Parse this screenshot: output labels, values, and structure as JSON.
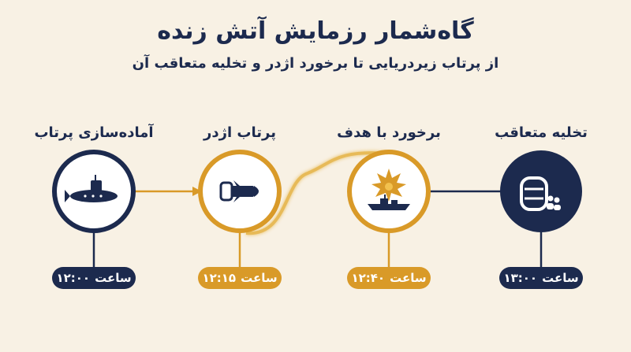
{
  "title": "گاه‌شمار رزمایش آتش زنده",
  "subtitle": "از پرتاب زیردریایی تا برخورد اژدر و تخلیه متعاقب آن",
  "colors": {
    "navy": "#1c2a4e",
    "gold": "#d99a28",
    "background": "#f8f1e4"
  },
  "time_prefix": "ساعت",
  "steps": [
    {
      "label": "آماده‌سازی پرتاب",
      "time": "۱۲:۰۰",
      "icon": "submarine-icon"
    },
    {
      "label": "پرتاب اژدر",
      "time": "۱۲:۱۵",
      "icon": "torpedo-icon"
    },
    {
      "label": "برخورد با هدف",
      "time": "۱۲:۴۰",
      "icon": "explosion-ship-icon"
    },
    {
      "label": "تخلیه متعاقب",
      "time": "۱۳:۰۰",
      "icon": "liferaft-icon"
    }
  ]
}
